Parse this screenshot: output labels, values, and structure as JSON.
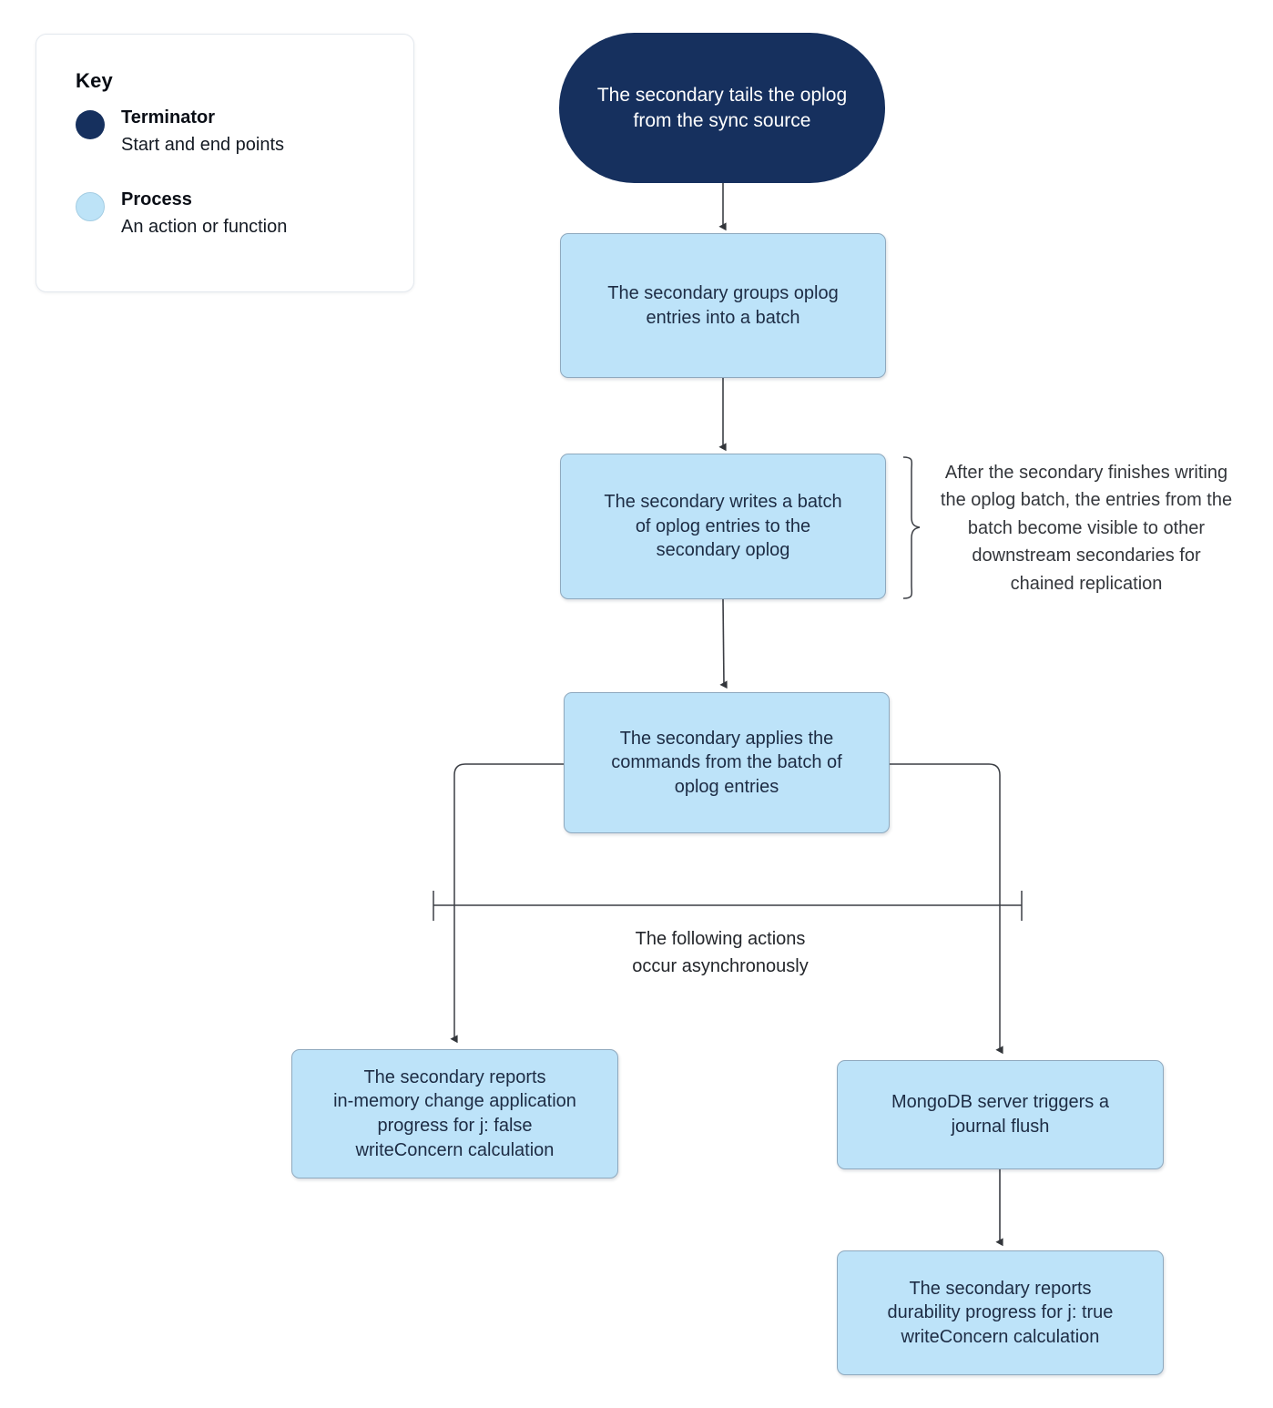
{
  "legend": {
    "title": "Key",
    "items": [
      {
        "shape": "terminator-dot",
        "label": "Terminator",
        "desc": "Start and end points"
      },
      {
        "shape": "process-dot",
        "label": "Process",
        "desc": "An action or function"
      }
    ]
  },
  "nodes": {
    "start": {
      "type": "terminator",
      "text": "The secondary tails the oplog\nfrom the sync source"
    },
    "group_batch": {
      "type": "process",
      "text": "The secondary groups oplog\nentries into a batch"
    },
    "write_batch": {
      "type": "process",
      "text": "The secondary writes a batch\nof oplog entries to the\nsecondary oplog"
    },
    "apply_commands": {
      "type": "process",
      "text": "The secondary applies the\ncommands from the batch of\noplog entries"
    },
    "report_inmemory": {
      "type": "process",
      "text": "The secondary reports\nin-memory change application\nprogress for j: false\nwriteConcern calculation"
    },
    "journal_flush": {
      "type": "process",
      "text": "MongoDB server triggers a\njournal flush"
    },
    "report_durability": {
      "type": "process",
      "text": "The secondary reports\ndurability progress for j: true\nwriteConcern calculation"
    }
  },
  "annotations": {
    "brace_note": "After the secondary finishes writing the oplog batch, the entries from the batch become visible to other downstream secondaries for chained replication",
    "async_note": "The following actions\noccur asynchronously"
  },
  "colors": {
    "terminator_fill": "#16305e",
    "terminator_text": "#ffffff",
    "process_fill": "#bde3f9",
    "process_border": "#8fa9be",
    "process_text": "#1d2c44",
    "edge": "#3c3f45",
    "annotation_text": "#33363b",
    "background": "#ffffff"
  }
}
